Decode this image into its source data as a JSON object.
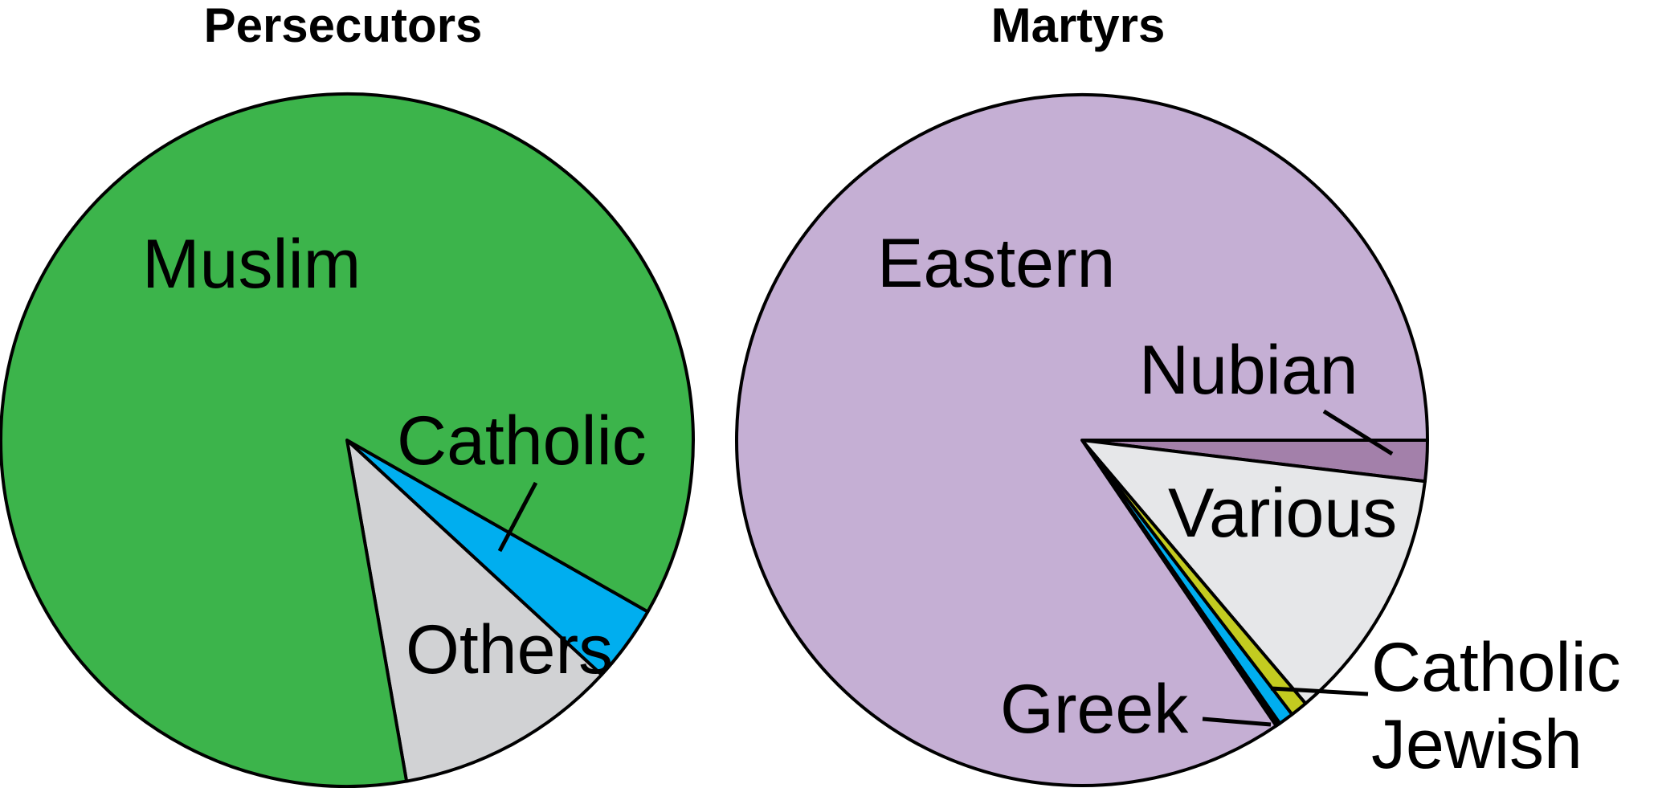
{
  "chart_data": [
    {
      "type": "pie",
      "title": "Persecutors",
      "slices": [
        {
          "label": "Catholic",
          "value": 3.6,
          "color": "#00aeef"
        },
        {
          "label": "Others",
          "value": 10.4,
          "color": "#d1d2d4"
        },
        {
          "label": "Muslim",
          "value": 86.0,
          "color": "#3cb44b"
        }
      ]
    },
    {
      "type": "pie",
      "title": "Martyrs",
      "slices": [
        {
          "label": "Nubian",
          "value": 1.9,
          "color": "#a380aa"
        },
        {
          "label": "Various",
          "value": 11.9,
          "color": "#e6e7e9"
        },
        {
          "label": "Jewish",
          "value": 0.8,
          "color": "#c3cb20"
        },
        {
          "label": "Catholic",
          "value": 0.7,
          "color": "#00aeef"
        },
        {
          "label": "Greek",
          "value": 0.2,
          "color": "#000000"
        },
        {
          "label": "Eastern",
          "value": 84.5,
          "color": "#c5afd4"
        }
      ]
    }
  ]
}
